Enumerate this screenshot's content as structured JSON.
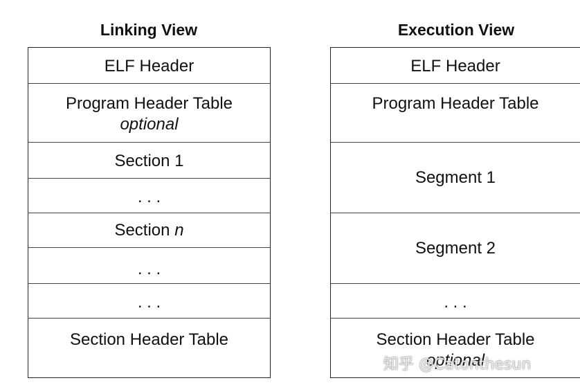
{
  "linking_view": {
    "title": "Linking View",
    "cells": [
      {
        "label": "ELF Header"
      },
      {
        "label": "Program Header Table",
        "sub": "optional"
      },
      {
        "label": "Section 1"
      },
      {
        "label": ". . ."
      },
      {
        "label": "Section",
        "label_italic": "n"
      },
      {
        "label": ". . ."
      },
      {
        "label": ". . ."
      },
      {
        "label": "Section Header Table"
      }
    ]
  },
  "execution_view": {
    "title": "Execution View",
    "cells": [
      {
        "label": "ELF Header"
      },
      {
        "label": "Program Header Table"
      },
      {
        "label": "Segment 1"
      },
      {
        "label": "Segment 2"
      },
      {
        "label": ". . ."
      },
      {
        "label": "Section Header Table",
        "sub": "optional"
      }
    ]
  },
  "watermark": "知乎 @Catonthesun"
}
